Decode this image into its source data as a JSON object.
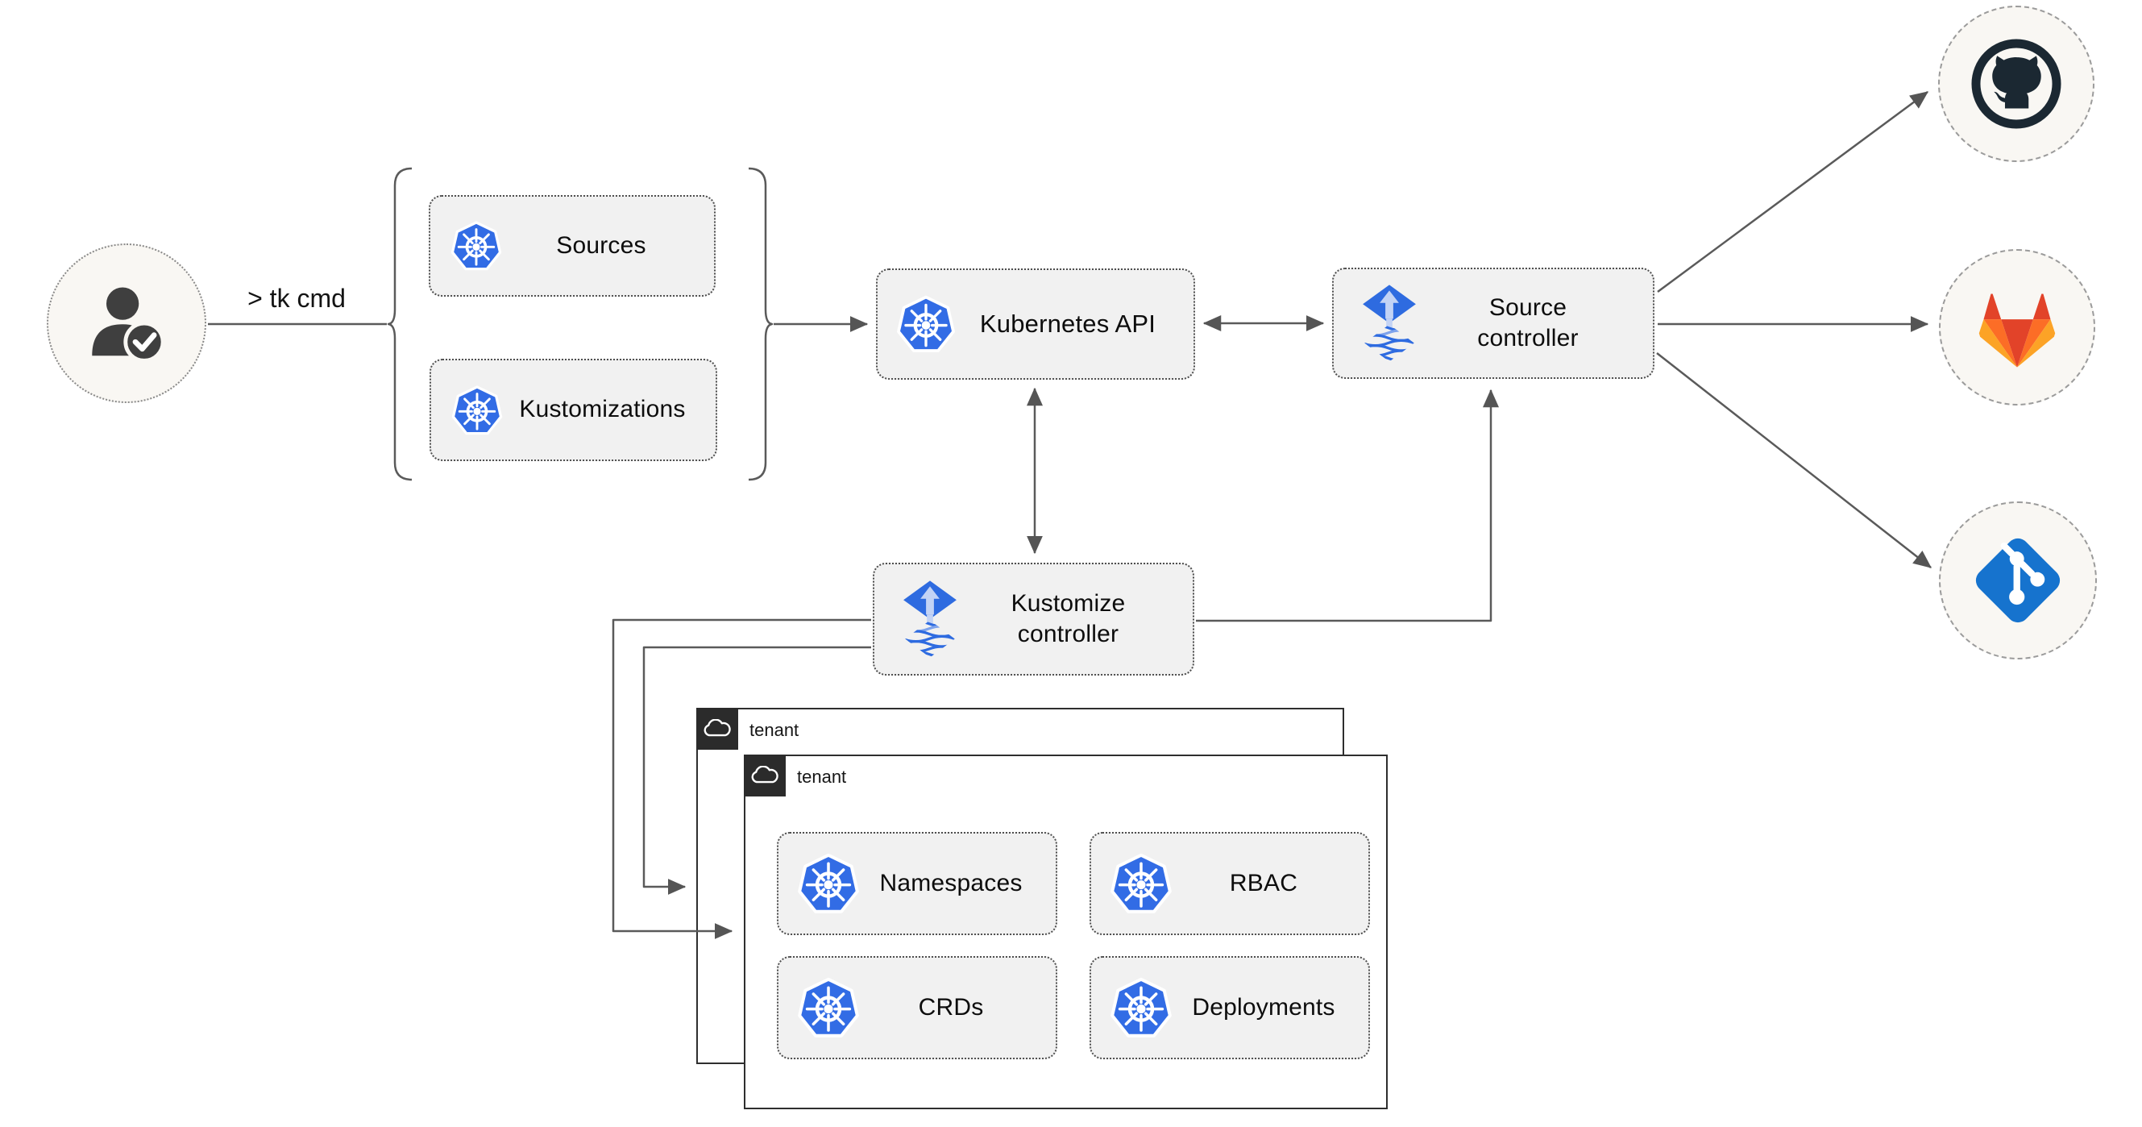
{
  "user": {
    "icon": "user-check-icon",
    "command_label": "> tk cmd"
  },
  "crd_group": {
    "icon": "kubernetes-icon",
    "sources_label": "Sources",
    "kustomizations_label": "Kustomizations"
  },
  "kubernetes_api": {
    "icon": "kubernetes-icon",
    "label": "Kubernetes API"
  },
  "source_controller": {
    "icon": "flux-icon",
    "label": "Source controller"
  },
  "kustomize_controller": {
    "icon": "flux-icon",
    "label": "Kustomize controller"
  },
  "tenants": {
    "back": {
      "icon": "cloud-icon",
      "label": "tenant"
    },
    "front": {
      "icon": "cloud-icon",
      "label": "tenant",
      "resources": {
        "namespaces": "Namespaces",
        "rbac": "RBAC",
        "crds": "CRDs",
        "deployments": "Deployments"
      }
    }
  },
  "git_providers": [
    {
      "icon": "github-icon"
    },
    {
      "icon": "gitlab-icon"
    },
    {
      "icon": "git-icon"
    }
  ],
  "colors": {
    "kubernetes_blue": "#326ce5",
    "flux_blue": "#2e6be0",
    "flux_arrow_light": "#c3d3f5",
    "github_dark": "#1b2832",
    "gitlab_red": "#e24329",
    "gitlab_orange": "#fc6d26",
    "gitlab_amber": "#fca326",
    "git_blue": "#1673ce",
    "connector_gray": "#5a5a5a",
    "node_fill": "#f1f1f1",
    "tenant_tab_dark": "#2b2b2b",
    "endpoint_fill": "#f9f7f3"
  }
}
